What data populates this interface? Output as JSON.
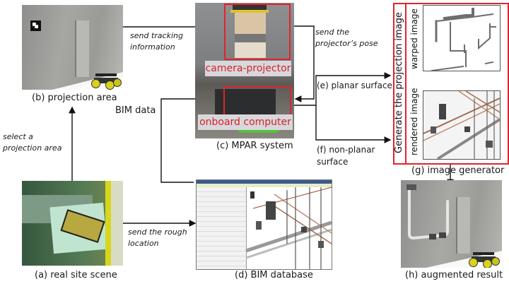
{
  "panels": {
    "a": {
      "caption": "(a) real site scene"
    },
    "b": {
      "caption": "(b) projection area"
    },
    "c": {
      "caption": "(c) MPAR system",
      "camera_label": "camera-projector",
      "computer_label": "onboard computer"
    },
    "d": {
      "caption": "(d) BIM database"
    },
    "g": {
      "caption": "(g) image generator",
      "side_label": "Generate the projection image",
      "warped_label": "warped image",
      "rendered_label": "rendered image"
    },
    "h": {
      "caption": "(h) augmented result"
    }
  },
  "arrows": {
    "tracking": [
      "send tracking",
      "information"
    ],
    "pose": [
      "send the",
      "projector’s pose"
    ],
    "select": [
      "select a",
      "projection area"
    ],
    "rough": [
      "send the rough",
      "location"
    ],
    "bim_data": "BIM data",
    "planar": "(e) planar surface",
    "nonplanar": [
      "(f) non-planar",
      "surface"
    ]
  },
  "colors": {
    "highlight_red": "#e0242c",
    "label_bg": "#d8d8dc"
  }
}
